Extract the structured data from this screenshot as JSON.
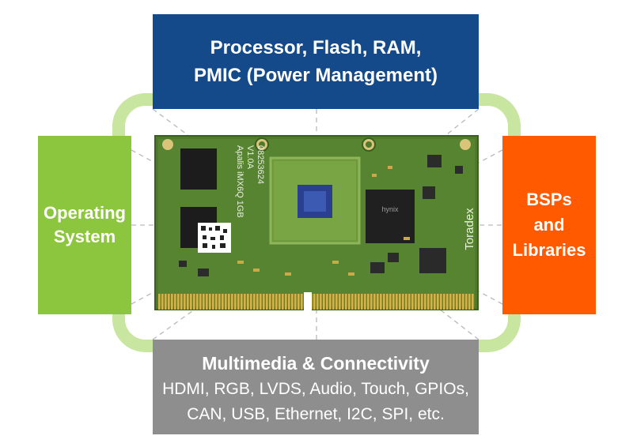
{
  "top_box": {
    "line1": "Processor, Flash, RAM,",
    "line2": "PMIC (Power Management)"
  },
  "left_box": {
    "line1": "Operating",
    "line2": "System"
  },
  "right_box": {
    "line1": "BSPs",
    "line2": "and",
    "line3": "Libraries"
  },
  "bottom_box": {
    "heading": "Multimedia & Connectivity",
    "line1": "HDMI, RGB, LVDS, Audio, Touch, GPIOs,",
    "line2": "CAN, USB, Ethernet, I2C, SPI, etc."
  },
  "board": {
    "label_lines": [
      "Apalis iMX6Q 1GB",
      "V1.0A",
      "08253624"
    ],
    "brand": "Toradex",
    "chip_text": "hynix"
  },
  "colors": {
    "top": "#154a8a",
    "left": "#8cc63f",
    "right": "#ff5a00",
    "bottom": "#8e8e8e",
    "ring": "#c8e6a0",
    "pcb": "#4f7a2c"
  }
}
